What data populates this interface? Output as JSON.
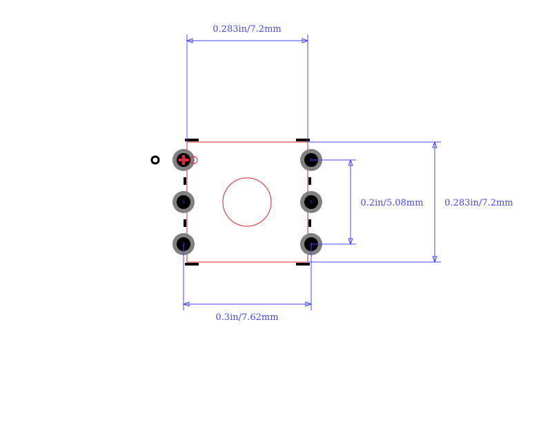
{
  "colors": {
    "dimension": "#4444ff",
    "outline": "#dd2222",
    "silkscreen": "#000000",
    "pad_ring": "#808080",
    "pad_hole": "#000000",
    "pin1_marker": "#ff2233",
    "pin_number": "#3333ff"
  },
  "dimensions": {
    "top_width": "0.283in/7.2mm",
    "bottom_pitch": "0.3in/7.62mm",
    "pin_span": "0.2in/5.08mm",
    "right_height": "0.283in/7.2mm"
  },
  "pins": [
    {
      "number": "1",
      "first": true
    },
    {
      "number": "2",
      "first": false
    },
    {
      "number": "3",
      "first": false
    },
    {
      "number": "4",
      "first": false
    },
    {
      "number": "5",
      "first": false
    },
    {
      "number": "6",
      "first": false
    }
  ]
}
